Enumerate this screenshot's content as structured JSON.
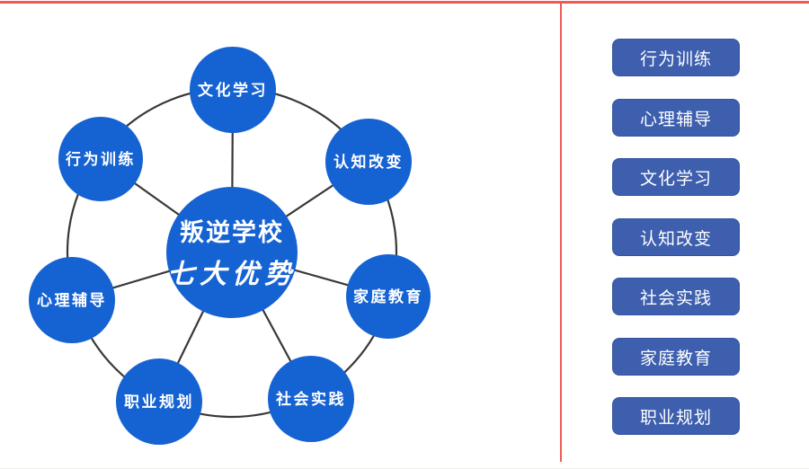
{
  "colors": {
    "accent_red": "#f15953",
    "node_blue": "#1562d2",
    "button_blue": "#3d5fae",
    "connector_dark": "#383838",
    "text_white": "#ffffff"
  },
  "diagram": {
    "center": {
      "line1": "叛逆学校",
      "line2": "七大优势"
    },
    "nodes": [
      {
        "label": "文化学习"
      },
      {
        "label": "认知改变"
      },
      {
        "label": "家庭教育"
      },
      {
        "label": "社会实践"
      },
      {
        "label": "职业规划"
      },
      {
        "label": "心理辅导"
      },
      {
        "label": "行为训练"
      }
    ]
  },
  "sidebar": {
    "buttons": [
      {
        "label": "行为训练"
      },
      {
        "label": "心理辅导"
      },
      {
        "label": "文化学习"
      },
      {
        "label": "认知改变"
      },
      {
        "label": "社会实践"
      },
      {
        "label": "家庭教育"
      },
      {
        "label": "职业规划"
      }
    ]
  }
}
